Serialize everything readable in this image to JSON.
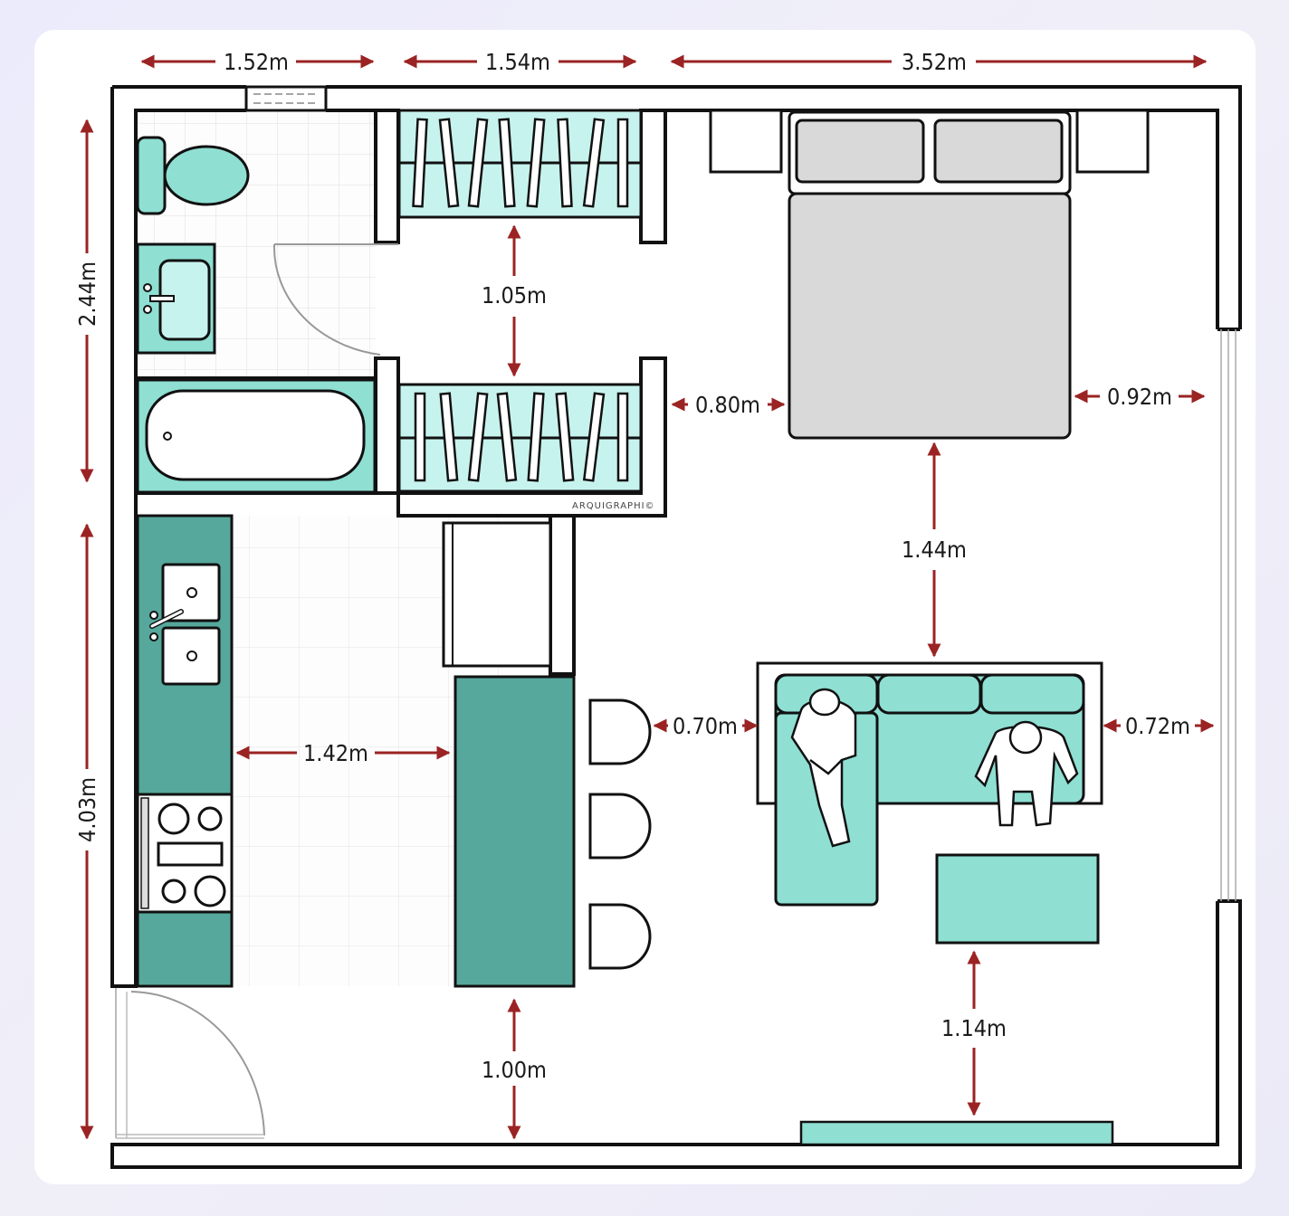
{
  "dimensions": {
    "top_bath": "1.52m",
    "top_closet": "1.54m",
    "top_bedroom": "3.52m",
    "left_upper": "2.44m",
    "left_lower": "4.03m",
    "closet_gap": "1.05m",
    "closet_to_bed": "0.80m",
    "bed_to_wall": "0.92m",
    "bed_to_sofa": "1.44m",
    "stools_to_sofa": "0.70m",
    "sofa_to_wall": "0.72m",
    "kitchen_aisle": "1.42m",
    "island_to_wall": "1.00m",
    "table_to_tv": "1.14m"
  },
  "watermark": "ARQUIGRAPHI©",
  "colors": {
    "wall": "#111111",
    "teal_dark": "#56a79c",
    "teal_light": "#8fdfd3",
    "teal_pale": "#c7f3ee",
    "furniture_grey": "#d9d9d9",
    "dimension_red": "#9b2323"
  }
}
